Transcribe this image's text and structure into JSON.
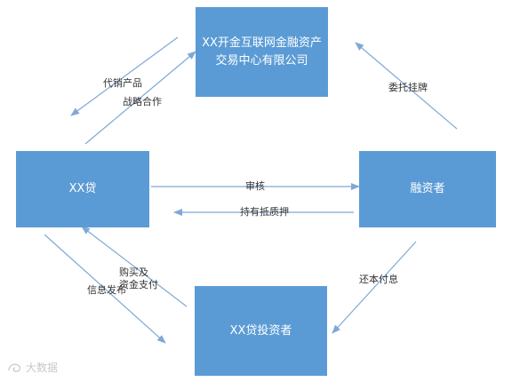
{
  "nodes": {
    "exchange": "XX开金互联网金融资产\n交易中心有限公司",
    "xxdai": "XX贷",
    "financer": "融资者",
    "investor": "XX贷投资者"
  },
  "edges": {
    "daixiao": "代销产品",
    "zhanlue": "战略合作",
    "weituo": "委托挂牌",
    "shenhe": "审核",
    "chiyou": "持有抵质押",
    "goumai": "购买及\n资金支付",
    "xinxi": "信息发布",
    "huanben": "还本付息"
  },
  "watermark": "大数据",
  "colors": {
    "node_fill": "#5b9bd5",
    "node_text": "#ffffff",
    "arrow": "#7fa8d6"
  }
}
